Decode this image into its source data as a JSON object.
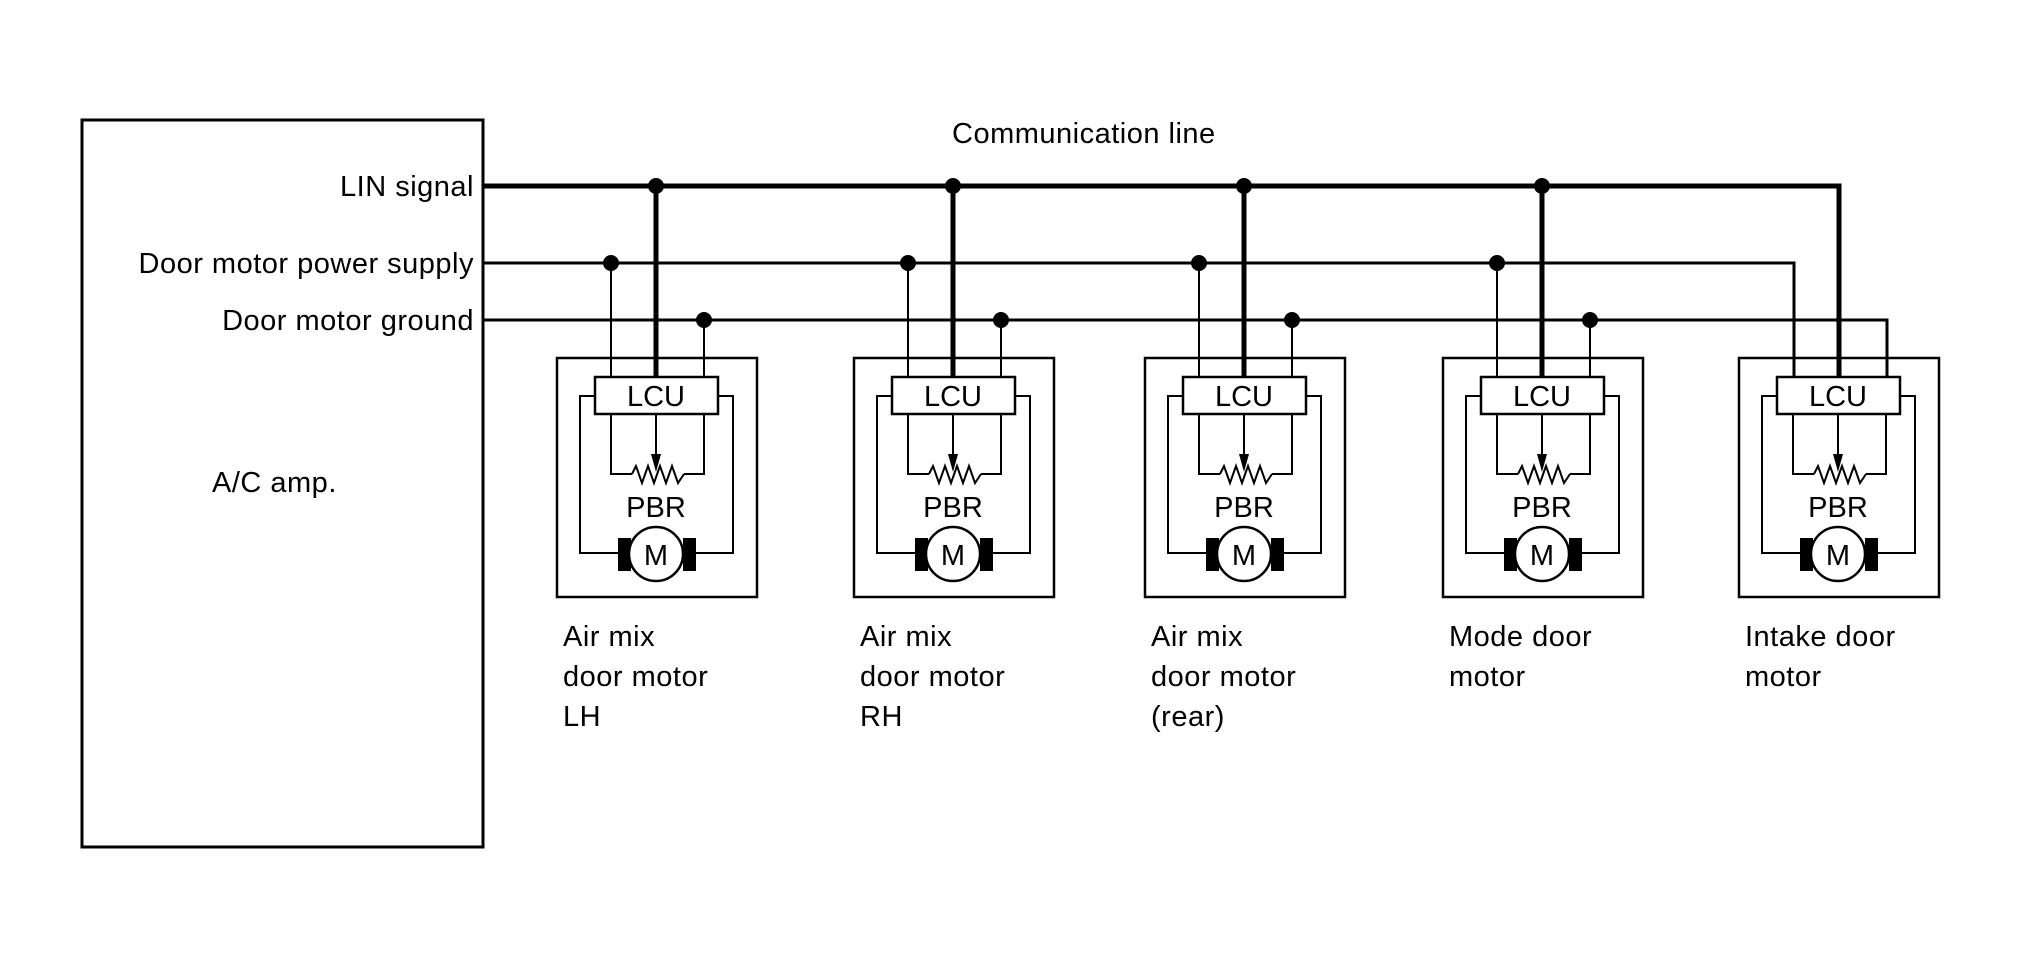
{
  "diagram": {
    "title": "Communication line",
    "controller": {
      "label": "A/C amp.",
      "signals": [
        {
          "id": "lin",
          "label": "LIN signal"
        },
        {
          "id": "power",
          "label": "Door motor power supply"
        },
        {
          "id": "ground",
          "label": "Door motor ground"
        }
      ]
    },
    "modules": [
      {
        "name": "air-mix-door-motor-lh",
        "lines": [
          "Air mix",
          "door motor",
          "LH"
        ],
        "lcu": "LCU",
        "pbr": "PBR",
        "motor": "M"
      },
      {
        "name": "air-mix-door-motor-rh",
        "lines": [
          "Air mix",
          "door motor",
          "RH"
        ],
        "lcu": "LCU",
        "pbr": "PBR",
        "motor": "M"
      },
      {
        "name": "air-mix-door-motor-rear",
        "lines": [
          "Air mix",
          "door motor",
          "(rear)"
        ],
        "lcu": "LCU",
        "pbr": "PBR",
        "motor": "M"
      },
      {
        "name": "mode-door-motor",
        "lines": [
          "Mode door",
          "motor"
        ],
        "lcu": "LCU",
        "pbr": "PBR",
        "motor": "M"
      },
      {
        "name": "intake-door-motor",
        "lines": [
          "Intake door",
          "motor"
        ],
        "lcu": "LCU",
        "pbr": "PBR",
        "motor": "M"
      }
    ],
    "colors": {
      "line": "#000000",
      "background": "#ffffff"
    }
  }
}
